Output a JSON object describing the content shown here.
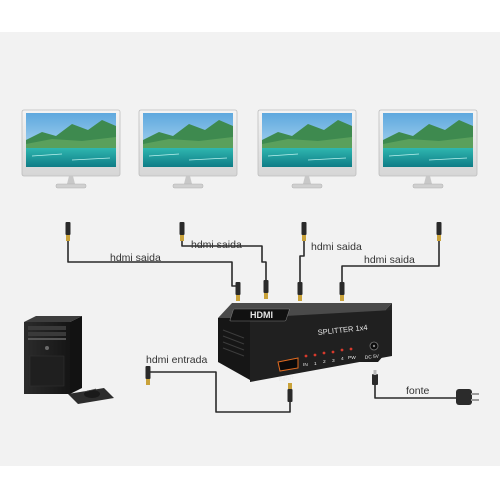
{
  "labels": {
    "output_1": "hdmi saida",
    "output_2": "hdmi saida",
    "output_3": "hdmi saida",
    "output_4": "hdmi saida",
    "input": "hdmi entrada",
    "power": "fonte"
  },
  "device": {
    "logo": "HDMI",
    "model": "SPLITTER 1x4",
    "input_port": "INPUT",
    "dc_port": "DC 5V",
    "leds": [
      "IN",
      "1",
      "2",
      "3",
      "4",
      "PW"
    ]
  },
  "colors": {
    "background": "#f2f2f2",
    "device_body": "#1e1e1e",
    "cable": "#2a2a2a",
    "led_red": "#d83a2c",
    "screen_sky": "#8fc8ec",
    "screen_water": "#2fb7b0"
  }
}
